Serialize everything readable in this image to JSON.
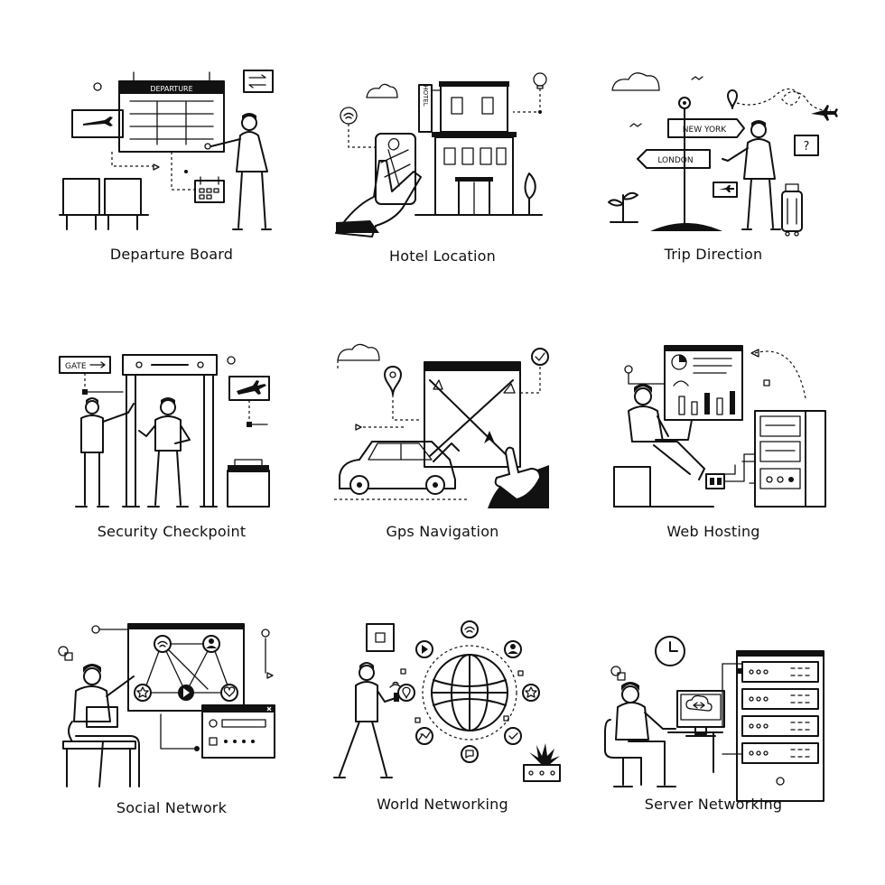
{
  "tiles": [
    {
      "caption": "Departure Board",
      "labels": {
        "board": "DEPARTURE"
      }
    },
    {
      "caption": "Hotel Location",
      "labels": {
        "sign": "HOTEL"
      }
    },
    {
      "caption": "Trip Direction",
      "labels": {
        "sign_top": "NEW YORK",
        "sign_bottom": "LONDON",
        "question": "?"
      }
    },
    {
      "caption": "Security Checkpoint",
      "labels": {
        "gate": "GATE"
      }
    },
    {
      "caption": "Gps Navigation",
      "labels": {}
    },
    {
      "caption": "Web Hosting",
      "labels": {}
    },
    {
      "caption": "Social Network",
      "labels": {}
    },
    {
      "caption": "World Networking",
      "labels": {}
    },
    {
      "caption": "Server Networking",
      "labels": {}
    }
  ]
}
